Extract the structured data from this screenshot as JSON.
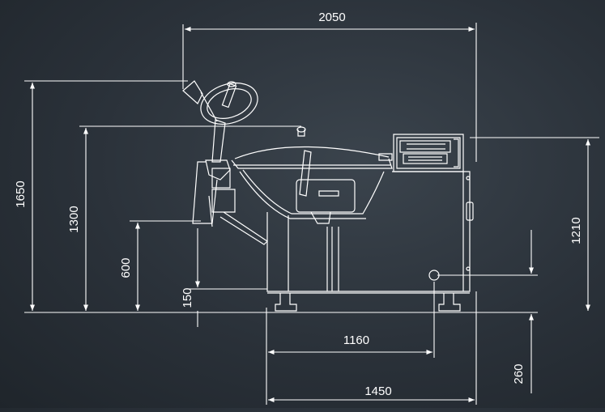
{
  "dimensions": {
    "overall_width": "2050",
    "overall_height": "1650",
    "bowl_height": "1300",
    "arm_pivot_height": "600",
    "foot_height": "150",
    "control_box_height": "1210",
    "inner_base_width": "1160",
    "base_width": "1450",
    "outlet_height": "260"
  },
  "colors": {
    "line": "#ffffff",
    "background": "#2a3139"
  }
}
